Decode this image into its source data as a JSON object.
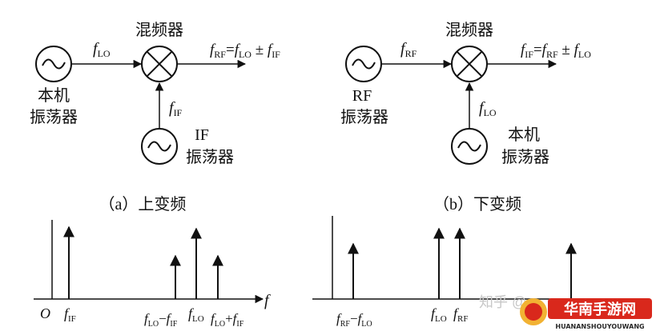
{
  "up": {
    "lo_label_1": "本机",
    "lo_label_2": "振荡器",
    "lo_freq": "f",
    "lo_freq_sub": "LO",
    "mixer_label": "混频器",
    "out_f": "f",
    "out_sub": "RF",
    "out_eq": "=",
    "out_f2": "f",
    "out_sub2": "LO",
    "out_pm": " ± ",
    "out_f3": "f",
    "out_sub3": "IF",
    "if_freq": "f",
    "if_freq_sub": "IF",
    "if_label_1": "IF",
    "if_label_2": "振荡器",
    "caption": "（a）上变频"
  },
  "down": {
    "rf_label_1": "RF",
    "rf_label_2": "振荡器",
    "rf_freq": "f",
    "rf_freq_sub": "RF",
    "mixer_label": "混频器",
    "out_f": "f",
    "out_sub": "IF",
    "out_eq": "=",
    "out_f2": "f",
    "out_sub2": "RF",
    "out_pm": " ± ",
    "out_f3": "f",
    "out_sub3": "LO",
    "lo_freq": "f",
    "lo_freq_sub": "LO",
    "lo_label_1": "本机",
    "lo_label_2": "振荡器",
    "caption": "（b）下变频"
  },
  "spectrum_a": {
    "origin": "O",
    "axis": "f",
    "t1_f": "f",
    "t1_sub": "IF",
    "t2_f": "f",
    "t2_sub": "LO",
    "t2_minus": "−",
    "t2_f2": "f",
    "t2_sub2": "IF",
    "t3_f": "f",
    "t3_sub": "LO",
    "t4_f": "f",
    "t4_sub": "LO",
    "t4_plus": "+",
    "t4_f2": "f",
    "t4_sub2": "IF"
  },
  "spectrum_b": {
    "t1_f": "f",
    "t1_sub": "RF",
    "t1_minus": "−",
    "t1_f2": "f",
    "t1_sub2": "LO",
    "t2_f": "f",
    "t2_sub": "LO",
    "t3_f": "f",
    "t3_sub": "RF"
  },
  "watermark": {
    "zhihu": "知乎 @",
    "logo_main": "华南手游网",
    "logo_sub": "HUANANSHOUYOUWANG"
  },
  "colors": {
    "ink": "#111111",
    "logo_red": "#d9281c",
    "logo_gold": "#f2b233"
  }
}
